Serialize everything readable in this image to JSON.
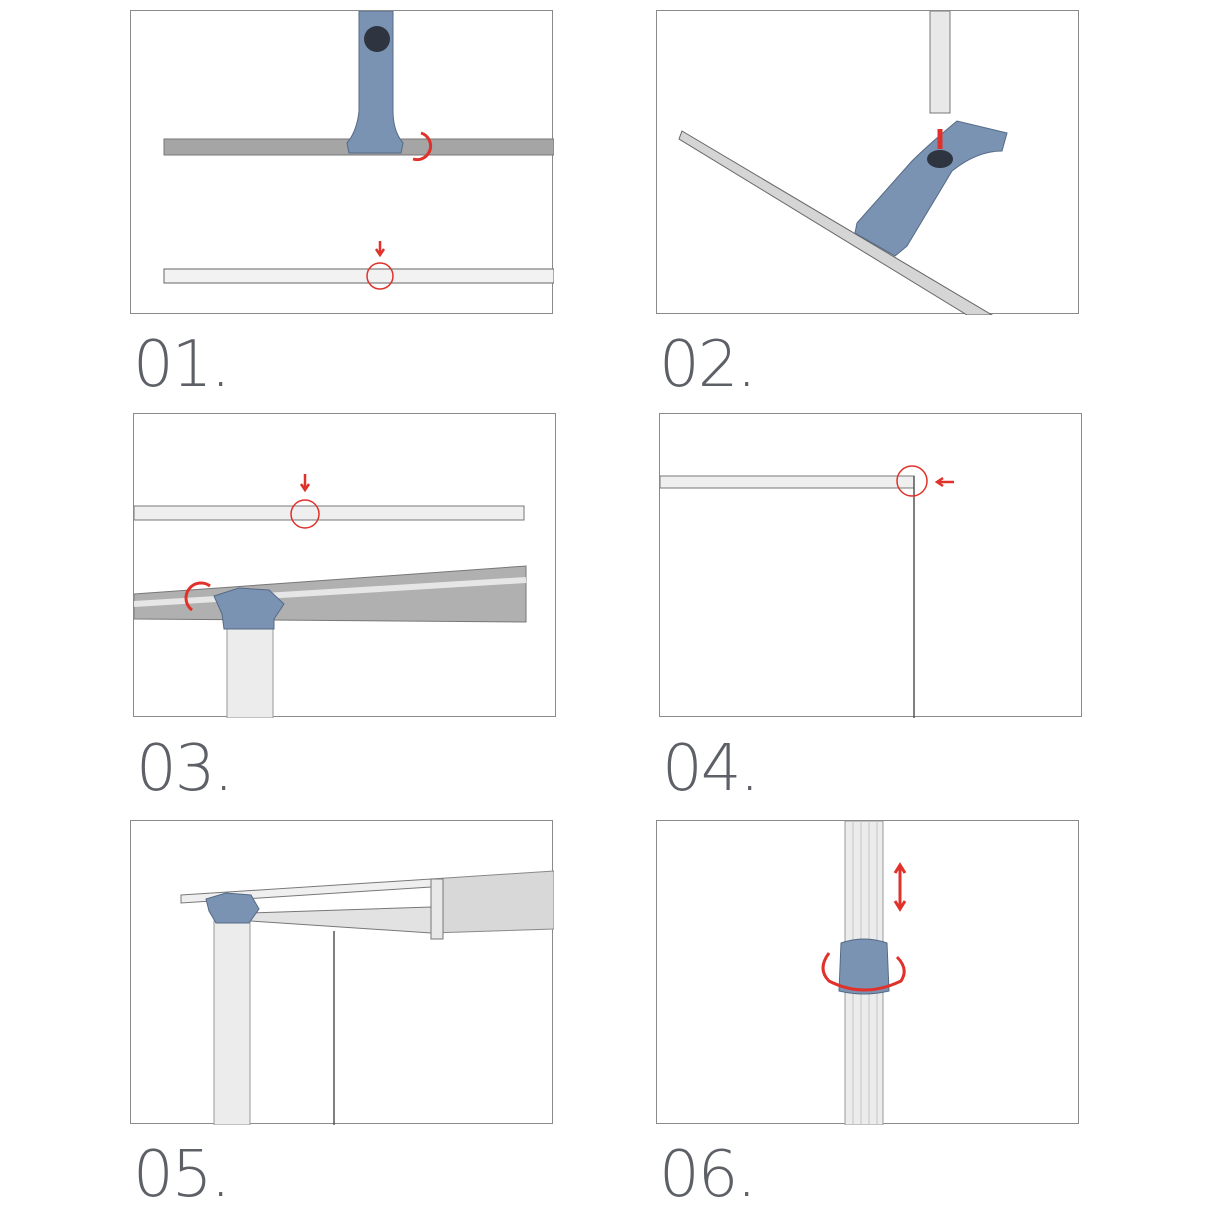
{
  "steps": [
    {
      "label": "01."
    },
    {
      "label": "02."
    },
    {
      "label": "03."
    },
    {
      "label": "04."
    },
    {
      "label": "05."
    },
    {
      "label": "06."
    }
  ],
  "colors": {
    "connector": "#7a93b3",
    "rail": "#a9a9a9",
    "arrow": "#e0312a",
    "border": "#8a8a8a"
  }
}
